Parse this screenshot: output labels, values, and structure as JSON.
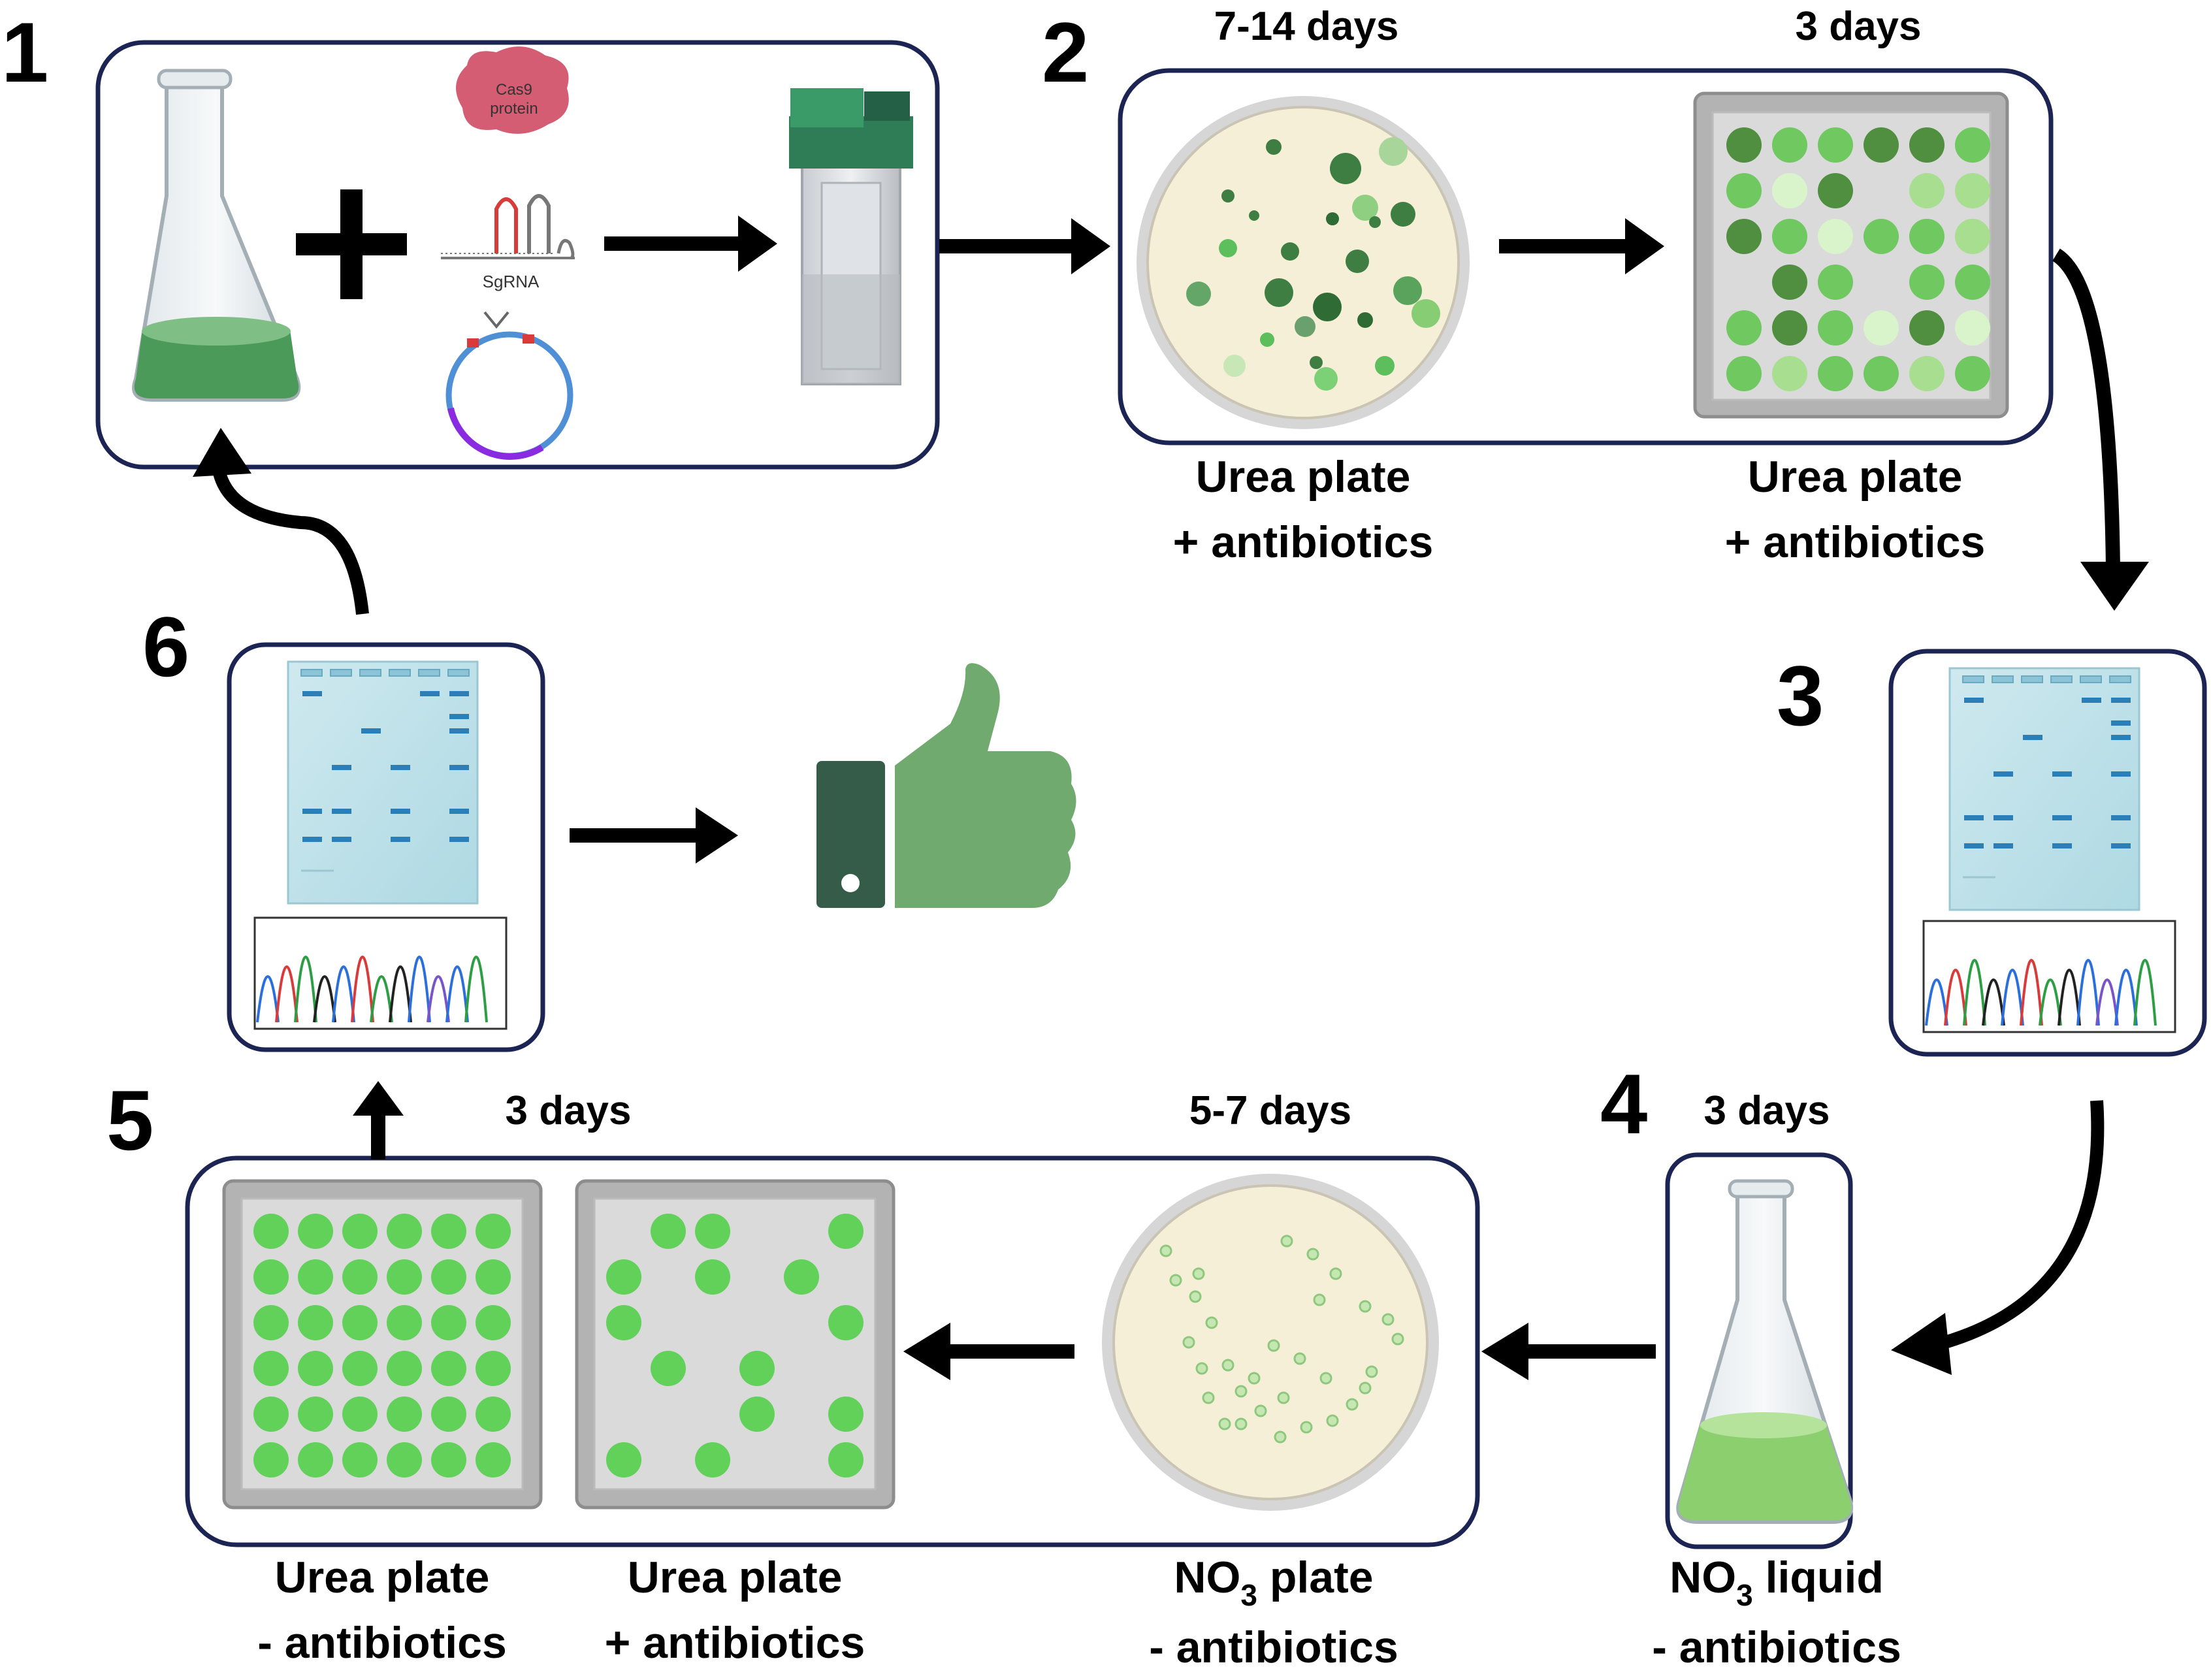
{
  "steps": [
    "1",
    "2",
    "3",
    "4",
    "5",
    "6"
  ],
  "durations": {
    "step2_petri": "7-14 days",
    "step2_wellplate": "3 days",
    "step4": "3 days",
    "step5_wellplate": "3 days",
    "step5_petri": "5-7 days"
  },
  "illustration_text": {
    "cas9": [
      "Cas9",
      "protein"
    ],
    "sgrna": "SgRNA"
  },
  "captions": {
    "step2_petri": [
      "Urea plate",
      "+ antibiotics"
    ],
    "step2_wellplate": [
      "Urea plate",
      "+ antibiotics"
    ],
    "step4": {
      "prefix": "NO",
      "sub": "3",
      "suffix": " liquid",
      "line2": "- antibiotics"
    },
    "step5_petri": {
      "prefix": "NO",
      "sub": "3",
      "suffix": " plate",
      "line2": "- antibiotics"
    },
    "step5_plus": [
      "Urea plate",
      "+ antibiotics"
    ],
    "step5_minus": [
      "Urea plate",
      "- antibiotics"
    ]
  },
  "colors": {
    "box_border": "#1b2452",
    "arrow": "#000000",
    "culture_dark": "#4c9a5a",
    "culture_light": "#8ccf6e",
    "colony_bright": "#62d15a",
    "thumb": "#70aa6e",
    "thumb_cuff": "#345c48",
    "gel_band": "#2b7fb8",
    "plate_bg": "#f6efd8"
  },
  "icons": [
    "erlenmeyer-flask-icon",
    "cas9-protein-icon",
    "sgrna-icon",
    "plasmid-icon",
    "cuvette-icon",
    "petri-dish-icon",
    "well-plate-icon",
    "gel-electrophoresis-icon",
    "chromatogram-icon",
    "thumbs-up-icon"
  ]
}
